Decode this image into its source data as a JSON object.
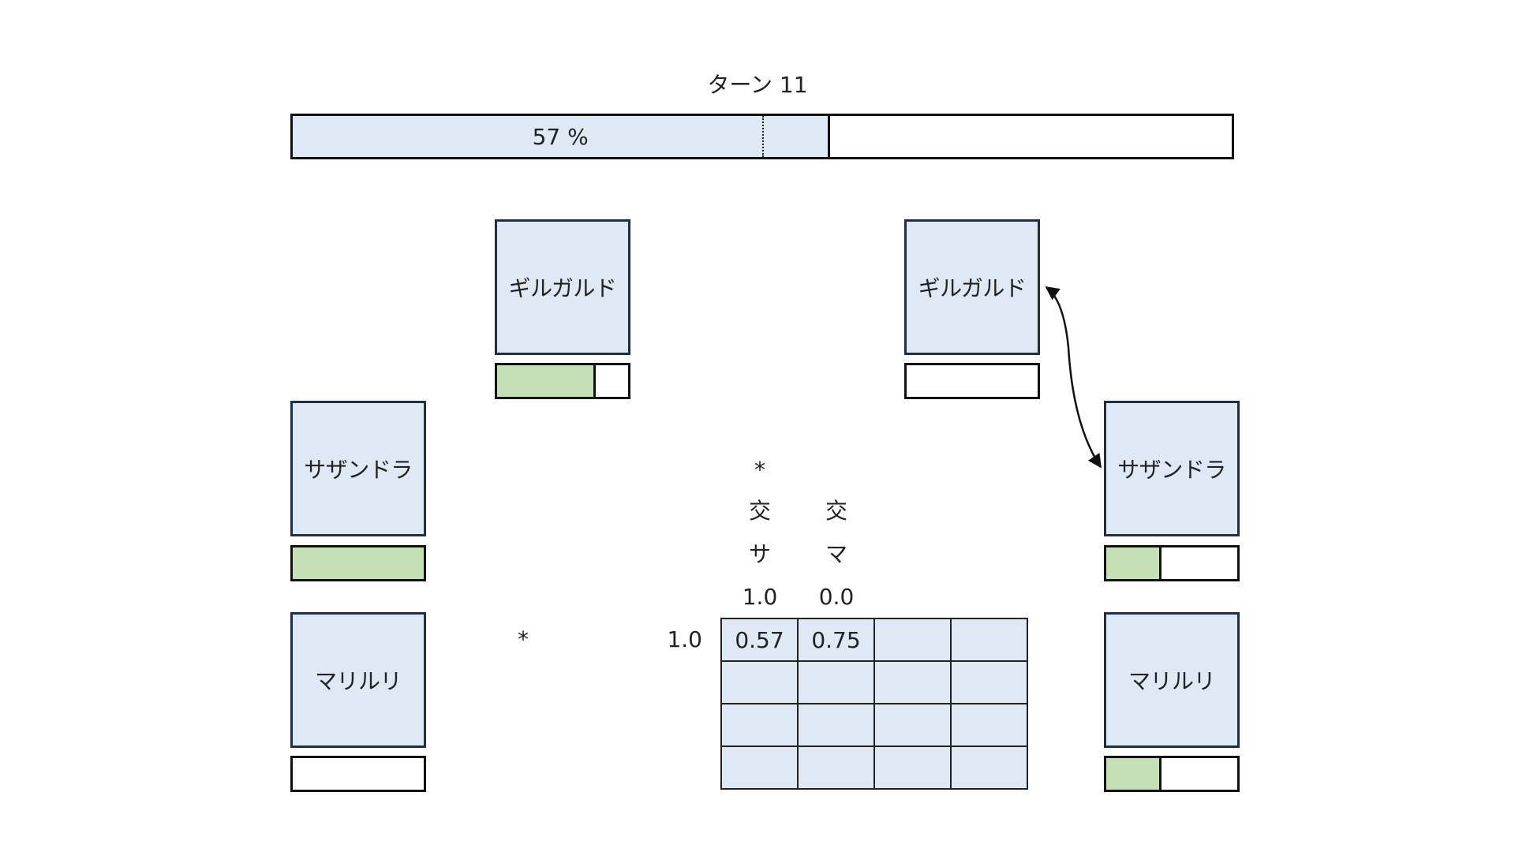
{
  "turn": {
    "label": "ターン 11"
  },
  "win_rate": {
    "label": "57 %",
    "value": 0.57
  },
  "opponent": {
    "bench": [
      {
        "name": "サザンドラ",
        "hp": 1.0
      },
      {
        "name": "マリルリ",
        "hp": 0.0
      }
    ],
    "active": [
      {
        "name": "ギルガルド",
        "hp": 0.75
      }
    ]
  },
  "player": {
    "active": [
      {
        "name": "ギルガルド",
        "hp": 0.0
      }
    ],
    "bench": [
      {
        "name": "サザンドラ",
        "hp": 0.42
      },
      {
        "name": "マリルリ",
        "hp": 0.42
      }
    ]
  },
  "matrix": {
    "wildcard_col": "*",
    "col_headers": [
      {
        "action": "交",
        "target": "サ",
        "prob": "1.0"
      },
      {
        "action": "交",
        "target": "マ",
        "prob": "0.0"
      }
    ],
    "row_headers": [
      {
        "label": "*",
        "prob": "1.0"
      }
    ],
    "cells": [
      [
        "0.57",
        "0.75",
        "",
        ""
      ],
      [
        "",
        "",
        "",
        ""
      ],
      [
        "",
        "",
        "",
        ""
      ],
      [
        "",
        "",
        "",
        ""
      ]
    ]
  },
  "colors": {
    "card_fill": "#dee9f5",
    "hp_fill": "#c5e0b4",
    "border": "#1f2f45"
  }
}
